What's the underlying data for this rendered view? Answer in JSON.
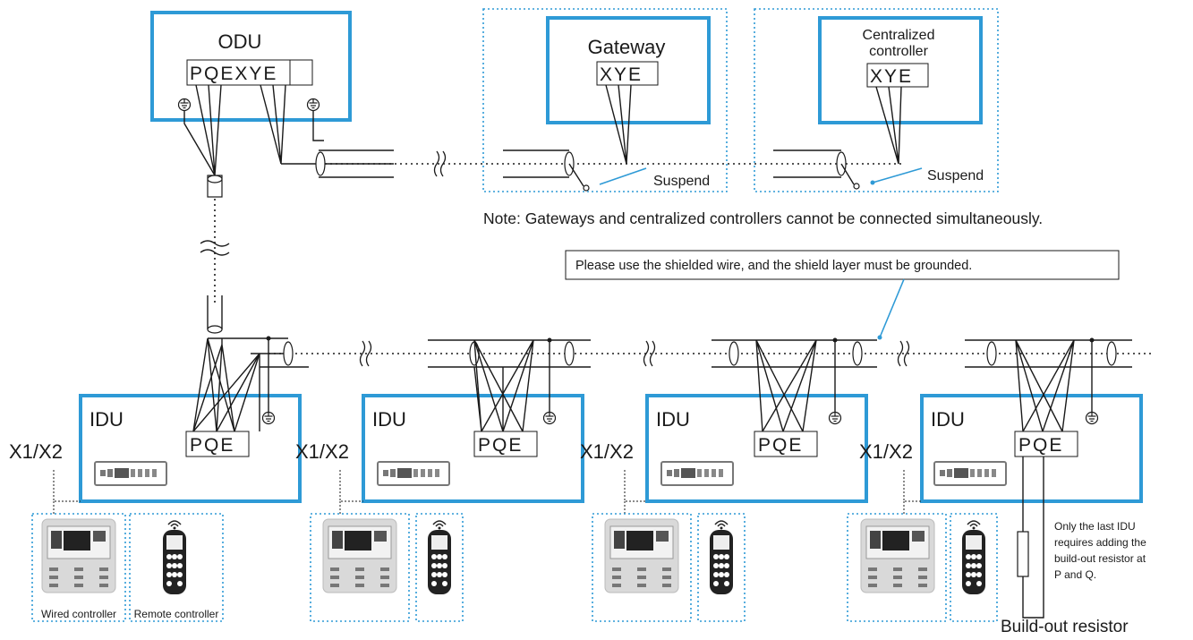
{
  "odu": {
    "title": "ODU",
    "terminals": "PQEXYE"
  },
  "gateway": {
    "title": "Gateway",
    "terminals": "XYE",
    "suspend": "Suspend"
  },
  "centralized": {
    "title_line1": "Centralized",
    "title_line2": "controller",
    "terminals": "XYE",
    "suspend": "Suspend"
  },
  "note": "Note: Gateways and centralized controllers cannot be connected simultaneously.",
  "callout": "Please use the shielded wire, and the shield layer must be grounded.",
  "idus": [
    {
      "title": "IDU",
      "terminals": "PQE",
      "port": "X1/X2"
    },
    {
      "title": "IDU",
      "terminals": "PQE",
      "port": "X1/X2"
    },
    {
      "title": "IDU",
      "terminals": "PQE",
      "port": "X1/X2"
    },
    {
      "title": "IDU",
      "terminals": "PQE",
      "port": "X1/X2"
    }
  ],
  "labels": {
    "wired_controller": "Wired controller",
    "remote_controller": "Remote controller",
    "resistor_note_1": "Only the last IDU",
    "resistor_note_2": "requires adding the",
    "resistor_note_3": "build-out resistor at",
    "resistor_note_4": "P and Q.",
    "build_out_resistor": "Build-out resistor"
  },
  "colors": {
    "accent": "#2e9ad6",
    "wire": "#1a1a1a"
  },
  "icons": [
    "ground-icon",
    "wifi-icon",
    "wired-controller-icon",
    "remote-controller-icon",
    "display-panel-icon",
    "shielded-cable-icon",
    "break-mark-icon"
  ]
}
